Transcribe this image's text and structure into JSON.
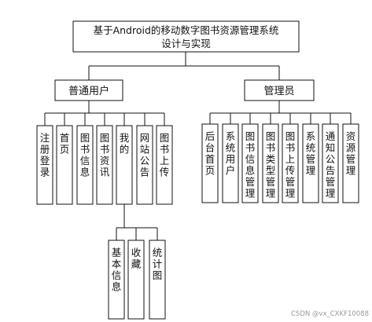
{
  "root": {
    "title_line1": "基于Android的移动数字图书资源管理系统",
    "title_line2": "设计与实现"
  },
  "groups": {
    "user": {
      "label": "普通用户",
      "items": [
        "注册登录",
        "首页",
        "图书信息",
        "图书资讯",
        "我的",
        "网站公告",
        "图书上传"
      ]
    },
    "admin": {
      "label": "管理员",
      "items": [
        "后台首页",
        "系统用户",
        "图书信息管理",
        "图书类型管理",
        "图书上传管理",
        "系统管理",
        "通知公告管理",
        "资源管理"
      ]
    },
    "mine": {
      "items": [
        "基本信息",
        "收藏",
        "统计图"
      ]
    }
  },
  "watermark": "CSDN @vx_CXKF10088"
}
